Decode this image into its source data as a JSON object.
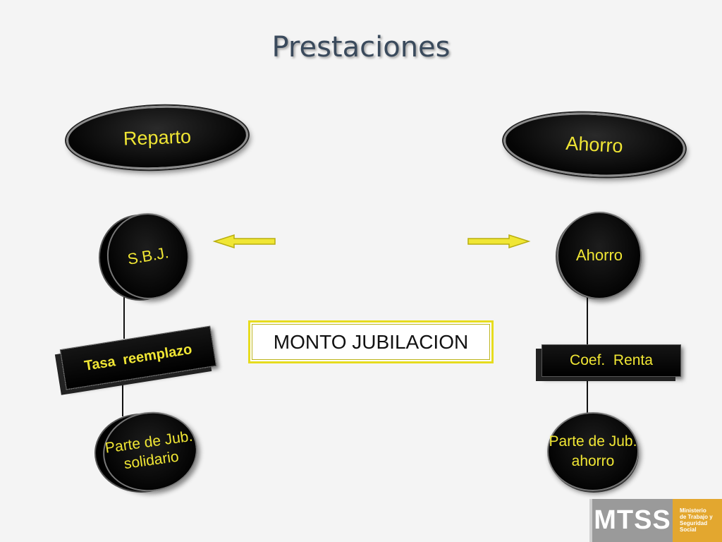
{
  "title": "Prestaciones",
  "ovals": {
    "left": "Reparto",
    "right": "Ahorro"
  },
  "coins": {
    "sbj": "S.B.J.",
    "ahorro": "Ahorro",
    "parte_solidario_line1": "Parte de Jub.",
    "parte_solidario_line2": "solidario",
    "parte_ahorro_line1": "Parte de Jub.",
    "parte_ahorro_line2": "ahorro"
  },
  "bars": {
    "tasa": "Tasa  reemplazo",
    "coef": "Coef.  Renta"
  },
  "center_box": "MONTO JUBILACION",
  "logo": {
    "short": "MTSS",
    "line1": "Ministerio",
    "line2": "de Trabajo y",
    "line3": "Seguridad",
    "line4": "Social"
  },
  "colors": {
    "accent_yellow": "#f0e634",
    "shape_black": "#000000",
    "logo_gray": "#9a9a9a",
    "logo_orange": "#e3a72f"
  }
}
